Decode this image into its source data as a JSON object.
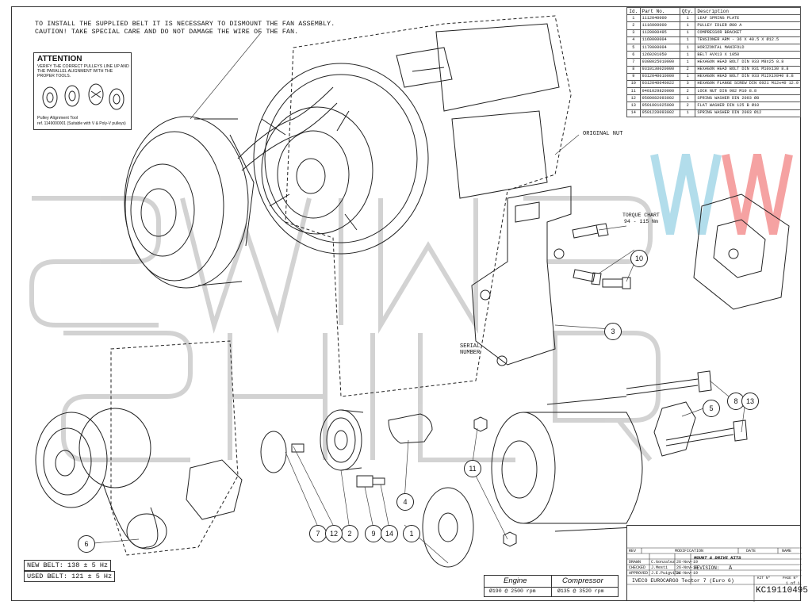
{
  "assembly_note": [
    "TO INSTALL THE SUPPLIED BELT IT IS NECESSARY TO DISMOUNT THE FAN ASSEMBLY.",
    "CAUTION! TAKE SPECIAL CARE AND DO NOT DAMAGE THE WIRE OF THE FAN."
  ],
  "attention": {
    "title": "ATTENTION",
    "text": "VERIFY THE CORRECT PULLEYS LINE UP AND THE PARALLEL ALIGNMENT WITH THE PROPER TOOLS.",
    "tool_title": "Pulley Alignment Tool",
    "tool_ref": "ref. 1149000001 (Suitable with V & Poly-V pulleys)"
  },
  "parts_table": {
    "headers": [
      "Id.",
      "Part No.",
      "Qty.",
      "Description"
    ],
    "rows": [
      [
        "1",
        "1112040000",
        "1",
        "LEAF SPRING PLATE"
      ],
      [
        "2",
        "1116000000",
        "1",
        "PULLEY IDLER Ø80 A"
      ],
      [
        "3",
        "1120000495",
        "1",
        "COMPRESSOR BRACKET"
      ],
      [
        "4",
        "1160000004",
        "1",
        "TENSIONER ARM - 36 X 40.5 X Ø12.5"
      ],
      [
        "5",
        "1170000004",
        "1",
        "HORIZONTAL MANIFOLD"
      ],
      [
        "6",
        "1260201050",
        "1",
        "BELT AVX13 X 1050"
      ],
      [
        "7",
        "9308025010000",
        "1",
        "HEXAGON HEAD BOLT DIN 933 M8x25 8.8"
      ],
      [
        "8",
        "9310130020000",
        "2",
        "HEXAGON HEAD BOLT DIN 931 M10x130 8.8"
      ],
      [
        "9",
        "9312040010000",
        "1",
        "HEXAGON HEAD BOLT DIN 933 M12X1X040 8.8"
      ],
      [
        "10",
        "9312040040022",
        "3",
        "HEXAGON FLANGE SCREW DIN 6921 M12x40 12.9"
      ],
      [
        "11",
        "9401029820000",
        "2",
        "LOCK NUT DIN 982 M10 8.8"
      ],
      [
        "12",
        "9500082093002",
        "1",
        "SPRING WASHER DIN 2093 Ø8"
      ],
      [
        "13",
        "9501001025000",
        "2",
        "FLAT WASHER DIN 125 B Ø10"
      ],
      [
        "14",
        "9501220093002",
        "1",
        "SPRING WASHER DIN 2093 Ø12"
      ]
    ]
  },
  "labels": {
    "original_nut": "ORIGINAL NUT",
    "torque_title": "TORQUE CHART",
    "torque_value": "94 - 115 Nm",
    "serial_number": "SERIAL NUMBER",
    "new_belt": "NEW BELT: 138 ± 5 Hz",
    "used_belt": "USED BELT: 121 ± 5 Hz"
  },
  "callouts": [
    "1",
    "2",
    "3",
    "4",
    "5",
    "6",
    "7",
    "8",
    "9",
    "10",
    "11",
    "12",
    "13",
    "14"
  ],
  "specs": {
    "engine_label": "Engine",
    "engine_value": "Ø190 @ 2500 rpm",
    "compressor_label": "Compressor",
    "compressor_value": "Ø135 @ 3520 rpm"
  },
  "title_block": {
    "rev": "REV",
    "modification": "MODIFICATION",
    "date": "DATE",
    "name": "NAME",
    "drawn": "DRAWN",
    "checked": "CHECKED",
    "approved": "APPROVED",
    "drawn_by": "C.Gonzalez",
    "checked_by": "J.Mesti",
    "approved_by": "J.E.Puigvila",
    "drawn_date": "26-Nov-19",
    "checked_date": "26-Nov-19",
    "approved_date": "26-Nov-19",
    "kit_type": "MOUNT & DRIVE KITS",
    "revision_label": "REVISION:",
    "revision": "A",
    "vehicle": "IVECO EUROCARGO Tector 7 (Euro 6)",
    "kit_label": "KIT Nº",
    "kit_number": "KC19110495",
    "page_label": "PAGE Nº",
    "page": "1 of 1",
    "watermark": "SWIMS SHIBA"
  },
  "colors": {
    "line": "#222222",
    "watermark": "#bdbdbd",
    "logo_red": "#f28b8b",
    "logo_blue": "#9fd4e6"
  }
}
